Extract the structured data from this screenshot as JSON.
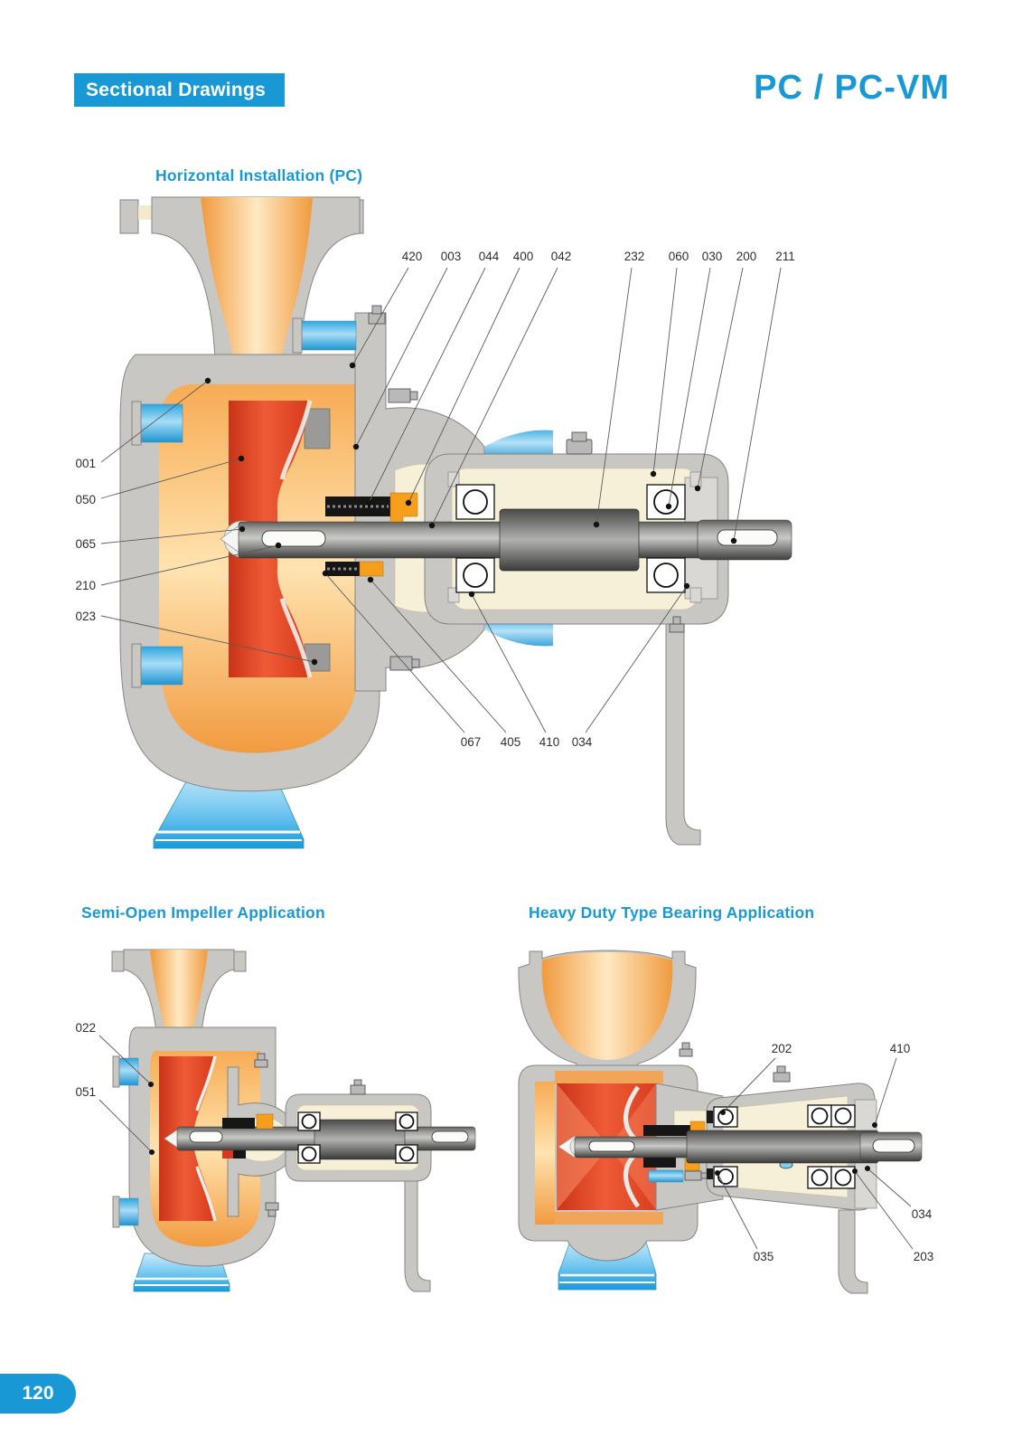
{
  "page": {
    "header_tag": "Sectional Drawings",
    "doc_title": "PC / PC-VM",
    "page_number": "120"
  },
  "figures": [
    {
      "title": "Horizontal Installation (PC)",
      "callouts": {
        "top": [
          "420",
          "003",
          "044",
          "400",
          "042",
          "232",
          "060",
          "030",
          "200",
          "211"
        ],
        "left": [
          "001",
          "050",
          "065",
          "210",
          "023"
        ],
        "bottom": [
          "067",
          "405",
          "410",
          "034"
        ]
      }
    },
    {
      "title": "Semi-Open Impeller Application",
      "callouts": {
        "left": [
          "022",
          "051"
        ]
      }
    },
    {
      "title": "Heavy Duty Type Bearing Application",
      "callouts": {
        "top": [
          "202",
          "410"
        ],
        "bottom": [
          "035",
          "203",
          "034"
        ]
      }
    }
  ],
  "colors": {
    "accent_blue": "#1899d6",
    "casing_gray": "#c8c7c3",
    "flow_orange": "#f6a14a",
    "impeller_red": "#d63a1c",
    "water_blue": "#4ab4e6",
    "bearing_cream": "#f6f0d8",
    "seal_gland_orange": "#f59f1d",
    "label_text": "#2e2e2e"
  }
}
